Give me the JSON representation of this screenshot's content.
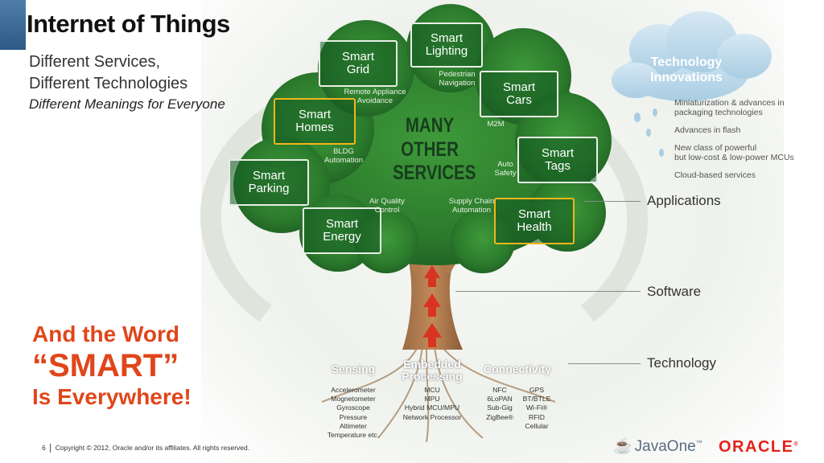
{
  "title": "Internet of Things",
  "subtitle": {
    "line1": "Different Services,",
    "line2": "Different Technologies",
    "line3": "Different Meanings for Everyone"
  },
  "tagline": {
    "line1": "And the Word",
    "line2": "“SMART”",
    "line3": "Is Everywhere!"
  },
  "tree": {
    "smart_boxes": [
      {
        "line1": "Smart",
        "line2": "Lighting"
      },
      {
        "line1": "Smart",
        "line2": "Grid"
      },
      {
        "line1": "Smart",
        "line2": "Cars"
      },
      {
        "line1": "Smart",
        "line2": "Homes"
      },
      {
        "line1": "Smart",
        "line2": "Tags"
      },
      {
        "line1": "Smart",
        "line2": "Parking"
      },
      {
        "line1": "Smart",
        "line2": "Energy"
      },
      {
        "line1": "Smart",
        "line2": "Health"
      }
    ],
    "services": [
      {
        "line1": "Pedestrian",
        "line2": "Navigation"
      },
      {
        "line1": "Remote Appliance",
        "line2": "Avoidance"
      },
      {
        "line1": "M2M",
        "line2": ""
      },
      {
        "line1": "BLDG",
        "line2": "Automation"
      },
      {
        "line1": "Auto",
        "line2": "Safety"
      },
      {
        "line1": "Air Quality",
        "line2": "Control"
      },
      {
        "line1": "Supply Chain",
        "line2": "Automation"
      }
    ],
    "many": {
      "line1": "MANY",
      "line2": "OTHER",
      "line3": "SERVICES"
    }
  },
  "innovations": {
    "title_line1": "Technology",
    "title_line2": "Innovations",
    "items": [
      {
        "line1": "Miniaturization & advances in",
        "line2": "packaging technologies"
      },
      {
        "line1": "Advances in flash",
        "line2": ""
      },
      {
        "line1": "New class of powerful",
        "line2": "but low-cost & low-power MCUs"
      },
      {
        "line1": "Cloud-based services",
        "line2": ""
      }
    ]
  },
  "layers": {
    "applications": "Applications",
    "software": "Software",
    "technology": "Technology"
  },
  "roots": {
    "sensing": {
      "head": "Sensing",
      "items": [
        "Accelerometer",
        "Mognetometer",
        "Gyroscope",
        "Pressure",
        "Altimeter",
        "Temperature etc."
      ]
    },
    "embedded": {
      "head_line1": "Embedded",
      "head_line2": "Processing",
      "items": [
        "MCU",
        "MPU",
        "Hybrid MCU/MPU",
        "Network Processor"
      ]
    },
    "connectivity": {
      "head": "Connectivity",
      "col1": [
        "NFC",
        "6LoPAN",
        "Sub-Gig",
        "ZigBee®"
      ],
      "col2": [
        "GPS",
        "BT/BTLE",
        "Wi-Fi®",
        "RFID",
        "Cellular"
      ]
    }
  },
  "footer": {
    "page": "6",
    "copyright": "Copyright © 2012, Oracle and/or its affiliates. All rights reserved."
  },
  "logos": {
    "javaone": "JavaOne",
    "oracle": "ORACLE"
  },
  "colors": {
    "title_accent": "#2c5a85",
    "tagline": "#e0461b",
    "tree_green": "#2e7d2f",
    "highlight": "#f2b61a",
    "oracle_red": "#e3221b"
  }
}
